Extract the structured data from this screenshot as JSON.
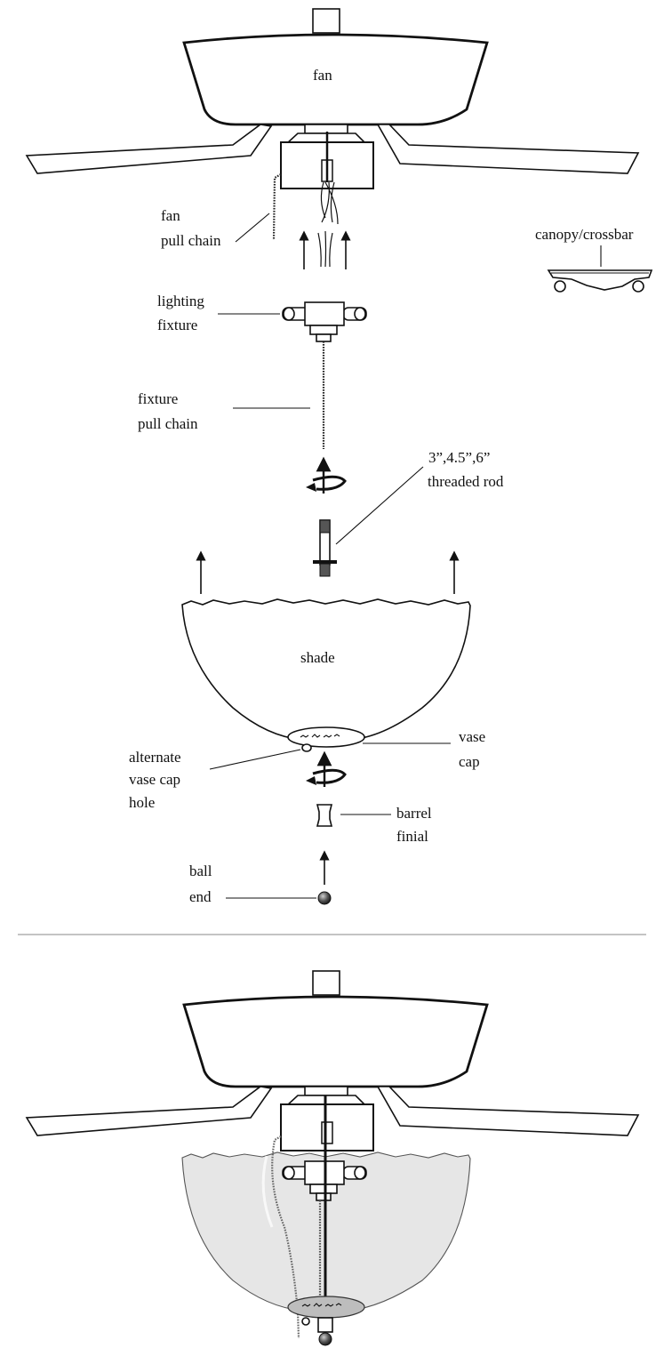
{
  "labels": {
    "fan": "fan",
    "fan_pull_chain_line1": "fan",
    "fan_pull_chain_line2": "pull chain",
    "canopy_crossbar": "canopy/crossbar",
    "lighting_fixture_line1": "lighting",
    "lighting_fixture_line2": "fixture",
    "fixture_pull_chain_line1": "fixture",
    "fixture_pull_chain_line2": "pull chain",
    "threaded_rod_line1": "3”,4.5”,6”",
    "threaded_rod_line2": "threaded rod",
    "shade": "shade",
    "alternate_line1": "alternate",
    "alternate_line2": "vase cap",
    "alternate_line3": "hole",
    "vase_cap_line1": "vase",
    "vase_cap_line2": "cap",
    "barrel_finial_line1": "barrel",
    "barrel_finial_line2": "finial",
    "ball_end_line1": "ball",
    "ball_end_line2": "end"
  },
  "panels": [
    "exploded-view",
    "assembled-view"
  ]
}
